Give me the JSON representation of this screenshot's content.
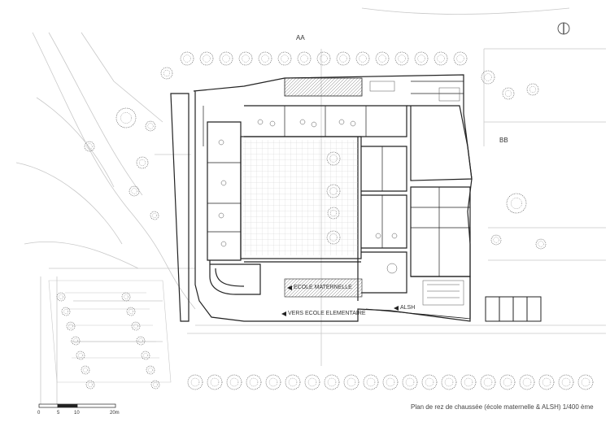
{
  "section_labels": {
    "aa": "AA",
    "bb": "BB"
  },
  "signage": {
    "ecole_maternelle": "ECOLE MATERNELLE",
    "vers_ecole_elementaire": "VERS ECOLE ELEMENTAIRE",
    "alsh": "ALSH"
  },
  "title": "Plan de rez de chaussée (école maternelle & ALSH) 1/400 ème",
  "scale_bar": {
    "ticks": [
      "0",
      "5",
      "10",
      "20m"
    ]
  },
  "icons": [
    "north-arrow-icon",
    "tree-icon",
    "triangle-arrow-icon"
  ],
  "colors": {
    "line": "#222222",
    "light_line": "#bdbdbd",
    "grid": "#cfcfcf",
    "tree": "#555555"
  }
}
